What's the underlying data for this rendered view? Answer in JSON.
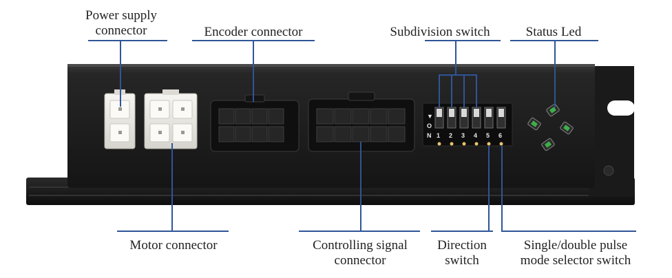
{
  "labels": {
    "power_supply": [
      "Power supply",
      "connector"
    ],
    "encoder": "Encoder connector",
    "subdivision": "Subdivision switch",
    "status_led": "Status Led",
    "motor": "Motor connector",
    "controlling_signal": [
      "Controlling signal",
      "connector"
    ],
    "direction": [
      "Direction",
      "switch"
    ],
    "pulse_mode": [
      "Single/double pulse",
      "mode selector switch"
    ]
  },
  "dip_switch": {
    "side_marks": [
      "▼",
      "O",
      "N"
    ],
    "numbers": [
      "1",
      "2",
      "3",
      "4",
      "5",
      "6"
    ]
  },
  "colors": {
    "leader_line": "#2f5597",
    "housing": "#1e1e1e",
    "connector_white": "#ecebe6",
    "led_green": "#3fae4a"
  }
}
